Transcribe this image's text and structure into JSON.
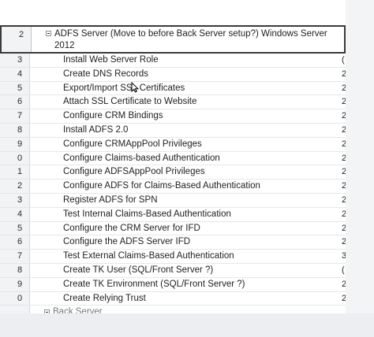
{
  "header_row": {
    "row_num": "2",
    "text": "ADFS Server (Move to before Back Server setup?) Windows Server 2012"
  },
  "rows": [
    {
      "num": "3",
      "task": "Install Web Server Role",
      "side": "("
    },
    {
      "num": "4",
      "task": "Create DNS Records",
      "side": "2"
    },
    {
      "num": "5",
      "task": "Export/Import SSL Certificates",
      "side": "2"
    },
    {
      "num": "6",
      "task": "Attach SSL Certificate to Website",
      "side": "2"
    },
    {
      "num": "7",
      "task": "Configure CRM Bindings",
      "side": "2"
    },
    {
      "num": "8",
      "task": "Install ADFS 2.0",
      "side": "2"
    },
    {
      "num": "9",
      "task": "Configure CRMAppPool Privileges",
      "side": "2"
    },
    {
      "num": "0",
      "task": "Configure Claims-based Authentication",
      "side": "2"
    },
    {
      "num": "1",
      "task": "Configure ADFSAppPool Privileges",
      "side": "2"
    },
    {
      "num": "2",
      "task": "Configure ADFS for Claims-Based Authentication",
      "side": "2"
    },
    {
      "num": "3",
      "task": "Register ADFS for SPN",
      "side": "2"
    },
    {
      "num": "4",
      "task": "Test Internal Claims-Based Authentication",
      "side": "2"
    },
    {
      "num": "5",
      "task": "Configure the CRM Server for IFD",
      "side": "2"
    },
    {
      "num": "6",
      "task": "Configure the ADFS Server IFD",
      "side": "2"
    },
    {
      "num": "7",
      "task": "Test External Claims-Based Authentication",
      "side": "3"
    },
    {
      "num": "8",
      "task": "Create TK User (SQL/Front Server ?)",
      "side": "("
    },
    {
      "num": "9",
      "task": "Create TK Environment (SQL/Front Server ?)",
      "side": "2"
    },
    {
      "num": "0",
      "task": "Create Relying Trust",
      "side": "2"
    }
  ],
  "footer_row": {
    "row_num": "",
    "text": "Back Server"
  }
}
